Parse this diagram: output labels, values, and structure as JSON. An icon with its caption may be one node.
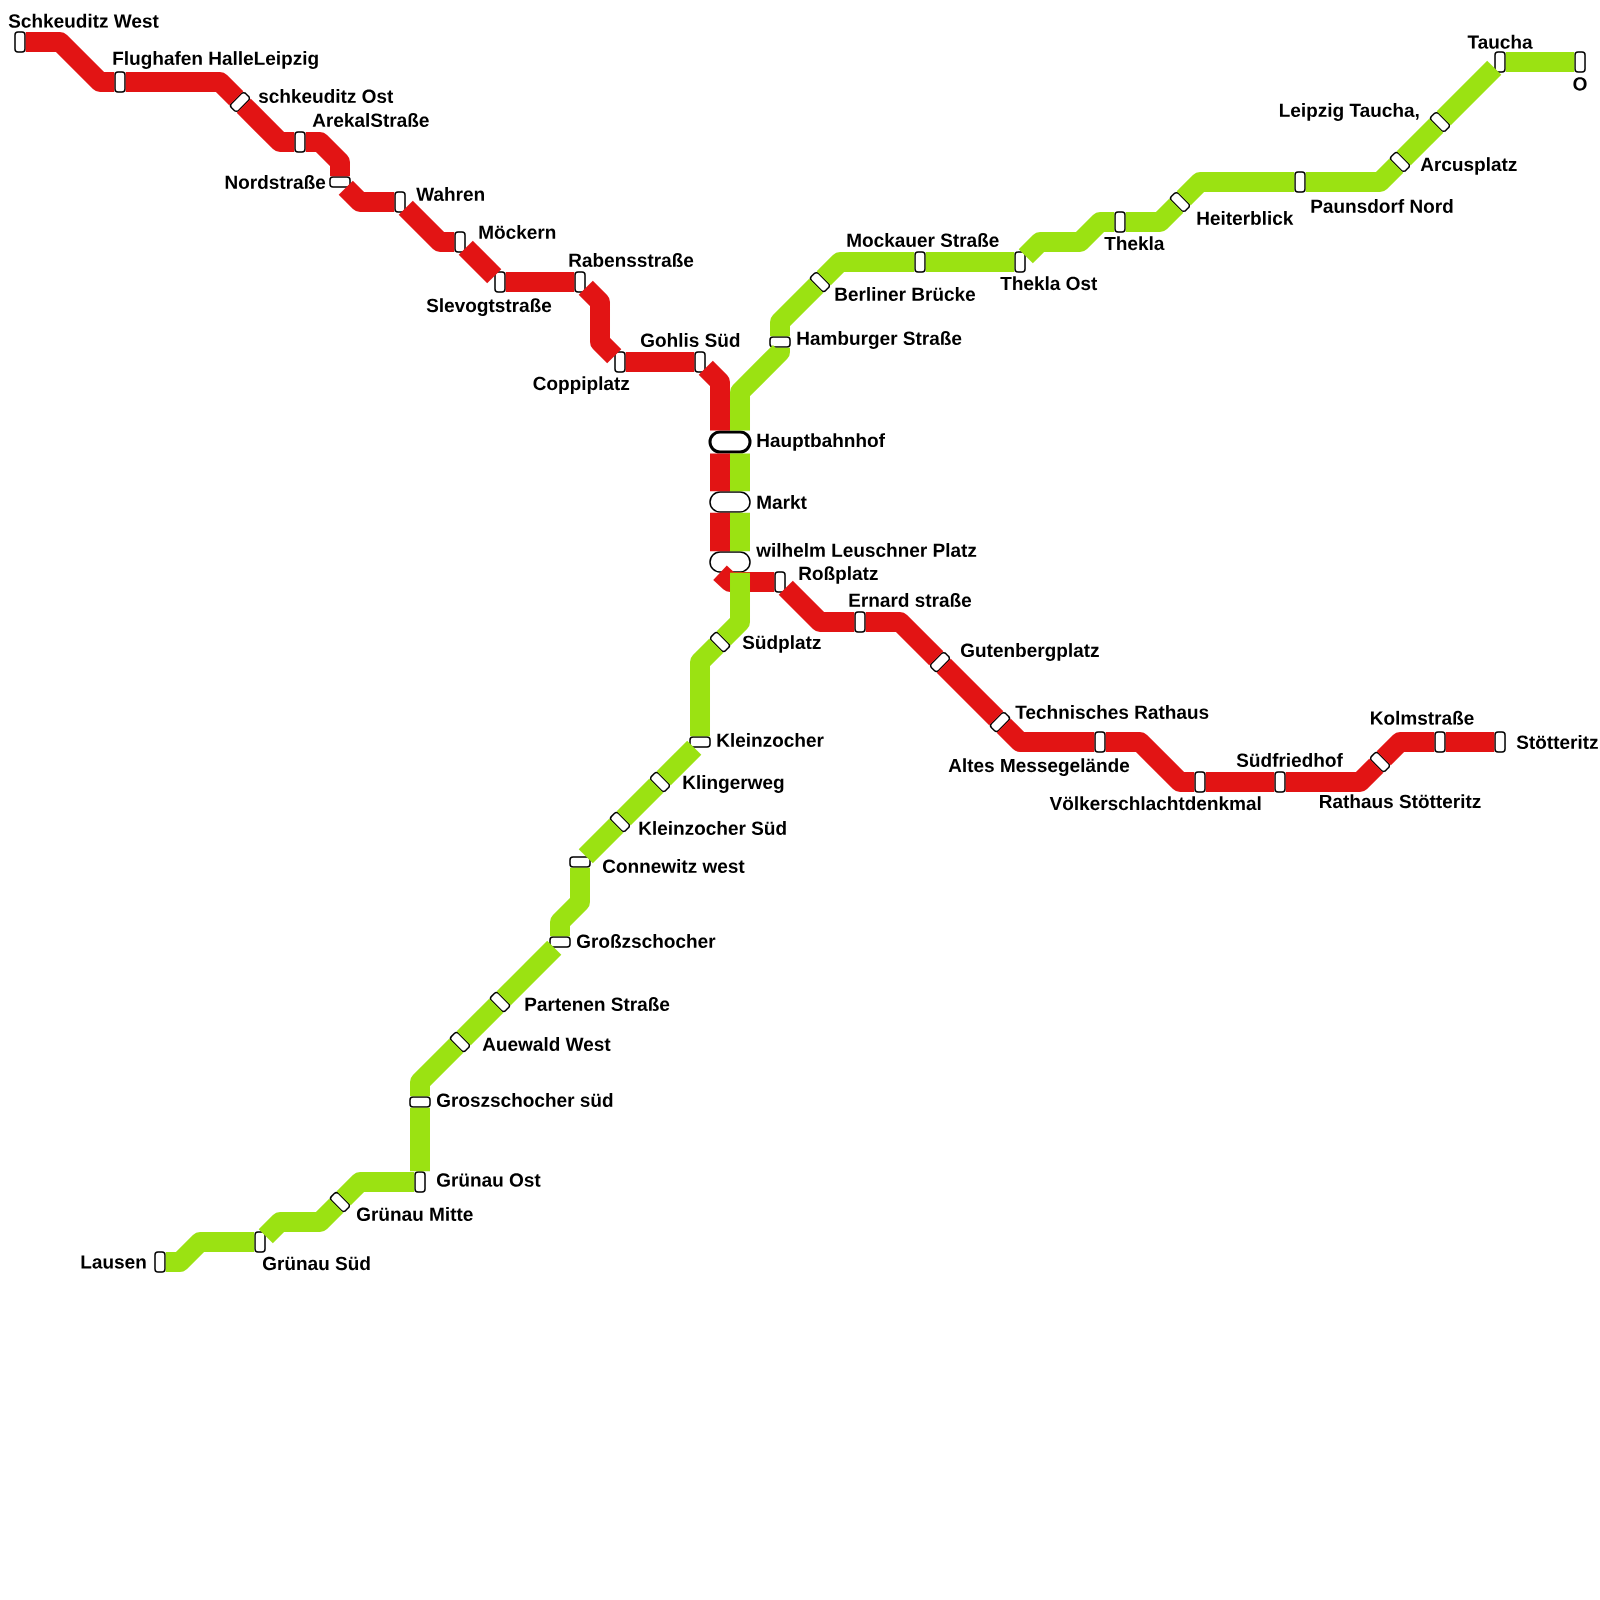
{
  "diagram": {
    "nodes": [
      {
        "text": [],
        "shape": "box",
        "beside": [
          "Schkeuditz West"
        ]
      },
      {
        "text": [],
        "shape": "box",
        "beside": [
          "Flughafen HalleLeipzig"
        ]
      },
      {
        "text": [],
        "shape": "box",
        "beside": [
          "schkeuditz Ost"
        ]
      },
      {
        "text": [],
        "shape": "box",
        "beside": [
          "ArekalStraße"
        ]
      },
      {
        "text": [],
        "shape": "box",
        "beside": [
          "Nordstraße"
        ]
      },
      {
        "text": [],
        "shape": "box",
        "beside": [
          "Wahren"
        ]
      },
      {
        "text": [],
        "shape": "box",
        "beside": [
          "Möckern"
        ]
      },
      {
        "text": [],
        "shape": "box",
        "beside": [
          "Slevogtstraße"
        ]
      },
      {
        "text": [],
        "shape": "box",
        "beside": [
          "Rabensstraße"
        ]
      },
      {
        "text": [],
        "shape": "box",
        "beside": [
          "Coppiplatz"
        ]
      },
      {
        "text": [],
        "shape": "box",
        "beside": [
          "Gohlis Süd"
        ]
      },
      {
        "text": [],
        "shape": "box",
        "beside": [
          "Hauptbahnhof"
        ]
      },
      {
        "text": [],
        "shape": "box",
        "beside": [
          "Markt"
        ]
      },
      {
        "text": [],
        "shape": "box",
        "beside": [
          "wilhelm Leuschner Platz"
        ]
      },
      {
        "text": [],
        "shape": "box",
        "beside": [
          "Roßplatz"
        ]
      },
      {
        "text": [],
        "shape": "box",
        "beside": [
          "Ernard straße"
        ]
      },
      {
        "text": [],
        "shape": "box",
        "beside": [
          "Gutenbergplatz"
        ]
      },
      {
        "text": [],
        "shape": "box",
        "beside": [
          "Technisches Rathaus"
        ]
      },
      {
        "text": [],
        "shape": "box",
        "beside": [
          "Altes Messegelände"
        ]
      },
      {
        "text": [],
        "shape": "box",
        "beside": [
          "Völkerschlachtdenkmal"
        ]
      },
      {
        "text": [],
        "shape": "box",
        "beside": [
          "Südfriedhof"
        ]
      },
      {
        "text": [],
        "shape": "box",
        "beside": [
          "Rathaus Stötteritz"
        ]
      },
      {
        "text": [],
        "shape": "box",
        "beside": [
          "Kolmstraße"
        ]
      },
      {
        "text": [],
        "shape": "box",
        "beside": [
          "Stötteritz"
        ]
      },
      {
        "text": [],
        "shape": "box",
        "beside": [
          "Taucha"
        ]
      },
      {
        "text": [],
        "shape": "box",
        "beside": [
          "O"
        ]
      },
      {
        "text": [],
        "shape": "box",
        "beside": [
          "Leipzig Taucha,"
        ]
      },
      {
        "text": [],
        "shape": "box",
        "beside": [
          "Arcusplatz"
        ]
      },
      {
        "text": [],
        "shape": "box",
        "beside": [
          "Paunsdorf Nord"
        ]
      },
      {
        "text": [],
        "shape": "box",
        "beside": [
          "Heiterblick"
        ]
      },
      {
        "text": [],
        "shape": "box",
        "beside": [
          "Thekla"
        ]
      },
      {
        "text": [],
        "shape": "box",
        "beside": [
          "Thekla Ost"
        ]
      },
      {
        "text": [],
        "shape": "box",
        "beside": [
          "Mockauer Straße"
        ]
      },
      {
        "text": [],
        "shape": "box",
        "beside": [
          "Berliner Brücke"
        ]
      },
      {
        "text": [],
        "shape": "box",
        "beside": [
          "Hamburger Straße"
        ]
      },
      {
        "text": [],
        "shape": "box",
        "beside": [
          "Südplatz"
        ]
      },
      {
        "text": [],
        "shape": "box",
        "beside": [
          "Kleinzocher"
        ]
      },
      {
        "text": [],
        "shape": "box",
        "beside": [
          "Klingerweg"
        ]
      },
      {
        "text": [],
        "shape": "box",
        "beside": [
          "Kleinzocher Süd"
        ]
      },
      {
        "text": [],
        "shape": "box",
        "beside": [
          "Connewitz west"
        ]
      },
      {
        "text": [],
        "shape": "box",
        "beside": [
          "Großzschocher"
        ]
      },
      {
        "text": [],
        "shape": "box",
        "beside": [
          "Partenen Straße"
        ]
      },
      {
        "text": [],
        "shape": "box",
        "beside": [
          "Auewald West"
        ]
      },
      {
        "text": [],
        "shape": "box",
        "beside": [
          "Groszschocher süd"
        ]
      },
      {
        "text": [],
        "shape": "box",
        "beside": [
          "Grünau Ost"
        ]
      },
      {
        "text": [],
        "shape": "box",
        "beside": [
          "Grünau Mitte"
        ]
      },
      {
        "text": [],
        "shape": "box",
        "beside": [
          "Grünau Süd"
        ]
      },
      {
        "text": [],
        "shape": "box",
        "beside": [
          "Lausen"
        ]
      }
    ],
    "edges": [
      {
        "from": 0,
        "to": 1,
        "arrow": "none",
        "color": "#e21414"
      },
      {
        "from": 1,
        "to": 2,
        "arrow": "none",
        "color": "#e21414"
      },
      {
        "from": 2,
        "to": 3,
        "arrow": "none",
        "color": "#e21414"
      },
      {
        "from": 3,
        "to": 4,
        "arrow": "none",
        "color": "#e21414"
      },
      {
        "from": 4,
        "to": 5,
        "arrow": "none",
        "color": "#e21414"
      },
      {
        "from": 5,
        "to": 6,
        "arrow": "none",
        "color": "#e21414"
      },
      {
        "from": 6,
        "to": 7,
        "arrow": "none",
        "color": "#e21414"
      },
      {
        "from": 7,
        "to": 8,
        "arrow": "none",
        "color": "#e21414"
      },
      {
        "from": 8,
        "to": 9,
        "arrow": "none",
        "color": "#e21414"
      },
      {
        "from": 9,
        "to": 10,
        "arrow": "none",
        "color": "#e21414"
      },
      {
        "from": 10,
        "to": 11,
        "arrow": "none",
        "color": "#e21414"
      },
      {
        "from": 11,
        "to": 12,
        "arrow": "none",
        "color": "#e21414"
      },
      {
        "from": 12,
        "to": 13,
        "arrow": "none",
        "color": "#e21414"
      },
      {
        "from": 13,
        "to": 14,
        "arrow": "none",
        "color": "#e21414"
      },
      {
        "from": 14,
        "to": 15,
        "arrow": "none",
        "color": "#e21414"
      },
      {
        "from": 15,
        "to": 16,
        "arrow": "none",
        "color": "#e21414"
      },
      {
        "from": 16,
        "to": 17,
        "arrow": "none",
        "color": "#e21414"
      },
      {
        "from": 17,
        "to": 18,
        "arrow": "none",
        "color": "#e21414"
      },
      {
        "from": 18,
        "to": 19,
        "arrow": "none",
        "color": "#e21414"
      },
      {
        "from": 19,
        "to": 20,
        "arrow": "none",
        "color": "#e21414"
      },
      {
        "from": 20,
        "to": 21,
        "arrow": "none",
        "color": "#e21414"
      },
      {
        "from": 21,
        "to": 22,
        "arrow": "none",
        "color": "#e21414"
      },
      {
        "from": 22,
        "to": 23,
        "arrow": "none",
        "color": "#e21414"
      },
      {
        "from": 25,
        "to": 24,
        "arrow": "none",
        "color": "#9be212"
      },
      {
        "from": 24,
        "to": 26,
        "arrow": "none",
        "color": "#9be212"
      },
      {
        "from": 26,
        "to": 27,
        "arrow": "none",
        "color": "#9be212"
      },
      {
        "from": 27,
        "to": 28,
        "arrow": "none",
        "color": "#9be212"
      },
      {
        "from": 28,
        "to": 29,
        "arrow": "none",
        "color": "#9be212"
      },
      {
        "from": 29,
        "to": 30,
        "arrow": "none",
        "color": "#9be212"
      },
      {
        "from": 30,
        "to": 31,
        "arrow": "none",
        "color": "#9be212"
      },
      {
        "from": 31,
        "to": 32,
        "arrow": "none",
        "color": "#9be212"
      },
      {
        "from": 32,
        "to": 33,
        "arrow": "none",
        "color": "#9be212"
      },
      {
        "from": 33,
        "to": 34,
        "arrow": "none",
        "color": "#9be212"
      },
      {
        "from": 34,
        "to": 11,
        "arrow": "none",
        "color": "#9be212"
      },
      {
        "from": 11,
        "to": 12,
        "arrow": "none",
        "color": "#9be212"
      },
      {
        "from": 12,
        "to": 13,
        "arrow": "none",
        "color": "#9be212"
      },
      {
        "from": 13,
        "to": 35,
        "arrow": "none",
        "color": "#9be212"
      },
      {
        "from": 35,
        "to": 36,
        "arrow": "none",
        "color": "#9be212"
      },
      {
        "from": 36,
        "to": 37,
        "arrow": "none",
        "color": "#9be212"
      },
      {
        "from": 37,
        "to": 38,
        "arrow": "none",
        "color": "#9be212"
      },
      {
        "from": 38,
        "to": 39,
        "arrow": "none",
        "color": "#9be212"
      },
      {
        "from": 39,
        "to": 40,
        "arrow": "none",
        "color": "#9be212"
      },
      {
        "from": 40,
        "to": 41,
        "arrow": "none",
        "color": "#9be212"
      },
      {
        "from": 41,
        "to": 42,
        "arrow": "none",
        "color": "#9be212"
      },
      {
        "from": 42,
        "to": 43,
        "arrow": "none",
        "color": "#9be212"
      },
      {
        "from": 43,
        "to": 44,
        "arrow": "none",
        "color": "#9be212"
      },
      {
        "from": 44,
        "to": 45,
        "arrow": "none",
        "color": "#9be212"
      },
      {
        "from": 45,
        "to": 46,
        "arrow": "none",
        "color": "#9be212"
      },
      {
        "from": 46,
        "to": 47,
        "arrow": "none",
        "color": "#9be212"
      }
    ]
  }
}
